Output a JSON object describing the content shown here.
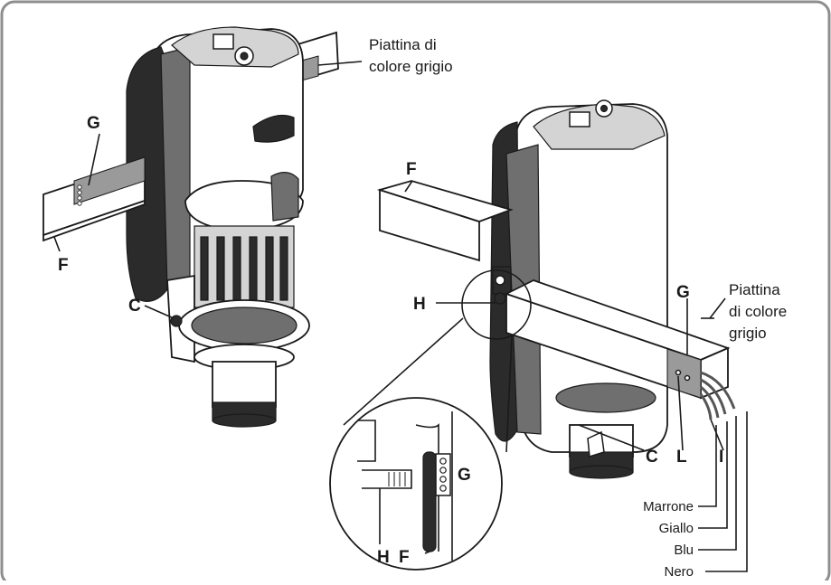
{
  "labels": {
    "strip_left": "Piattina di\ncolore grigio",
    "strip_left_1": "Piattina di",
    "strip_left_2": "colore grigio",
    "strip_right_1": "Piattina",
    "strip_right_2": "di colore",
    "strip_right_3": "grigio",
    "G": "G",
    "F": "F",
    "C": "C",
    "H": "H",
    "L": "L",
    "I": "I"
  },
  "wires": [
    "Marrone",
    "Giallo",
    "Blu",
    "Nero"
  ],
  "colors": {
    "frame": "#8e8e8e",
    "strip_grey": "#9a9a9a",
    "body_dark": "#2b2b2b"
  }
}
